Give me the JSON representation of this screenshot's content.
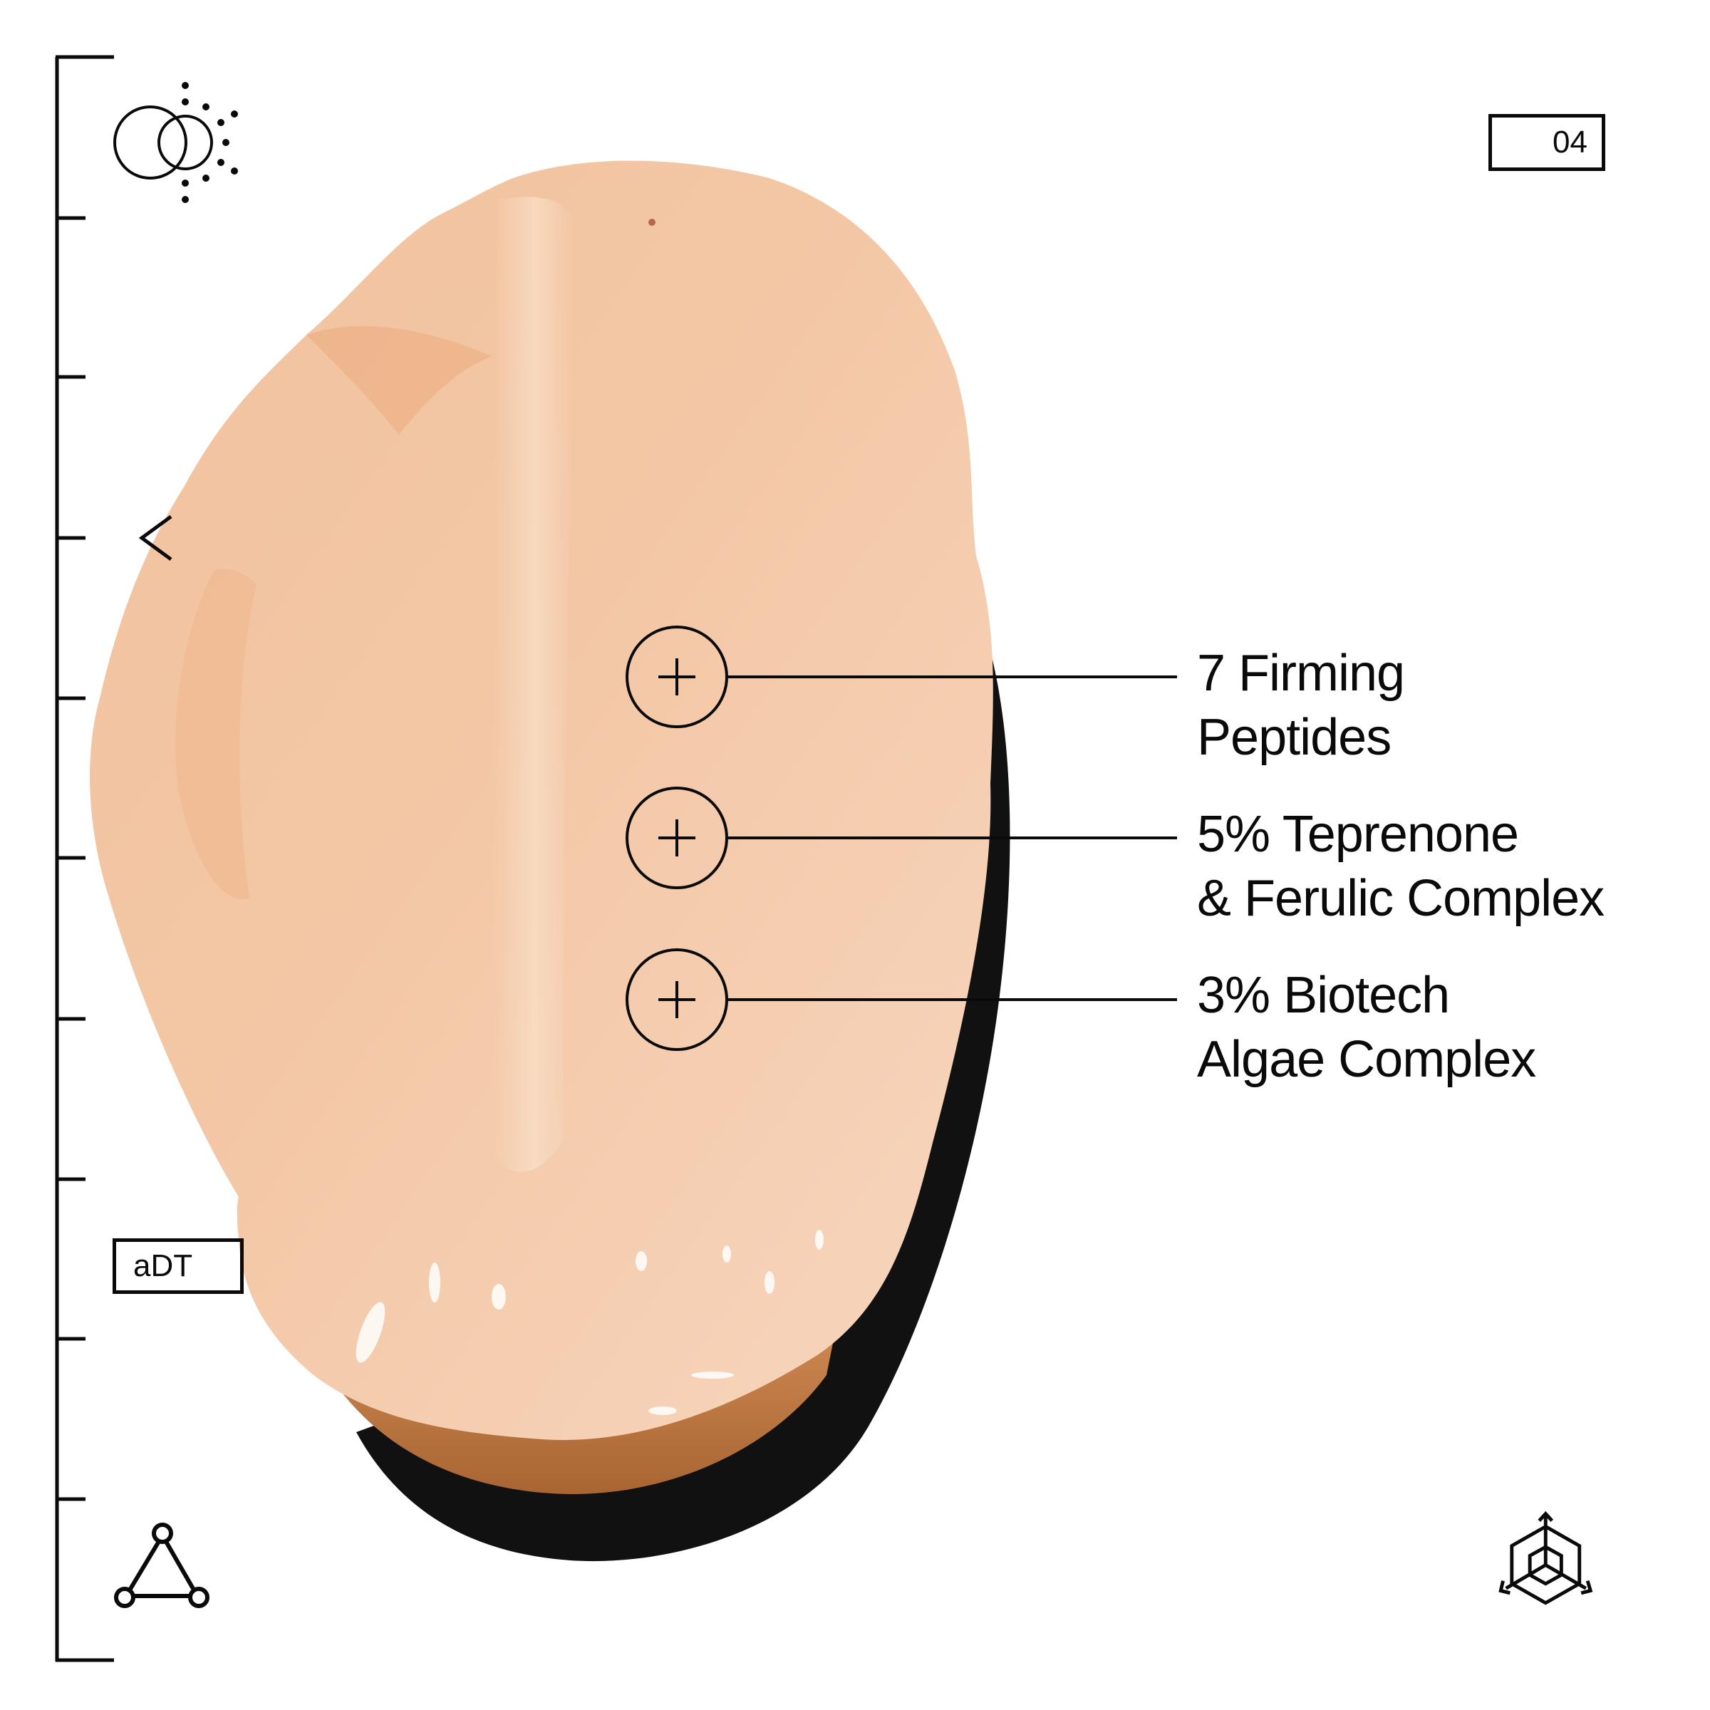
{
  "page": {
    "index_badge": "04",
    "tag_badge": "aDT"
  },
  "colors": {
    "background": "#ffffff",
    "ink": "#0a0a0a",
    "cream_light": "#F6D2B8",
    "cream_mid": "#EDB88F",
    "cream_dark": "#C97F4A",
    "shadow": "#111111"
  },
  "icons": {
    "top_left": "venn-sun-icon",
    "left_marker": "chevron-left-icon",
    "bottom_left": "triangle-nodes-icon",
    "bottom_right": "cube-axes-icon"
  },
  "ruler": {
    "tick_count": 9
  },
  "callouts": [
    {
      "icon": "plus-circle-icon",
      "line1": "7 Firming",
      "line2": "Peptides"
    },
    {
      "icon": "plus-circle-icon",
      "line1": "5% Teprenone",
      "line2": "& Ferulic Complex"
    },
    {
      "icon": "plus-circle-icon",
      "line1": "3% Biotech",
      "line2": "Algae Complex"
    }
  ]
}
